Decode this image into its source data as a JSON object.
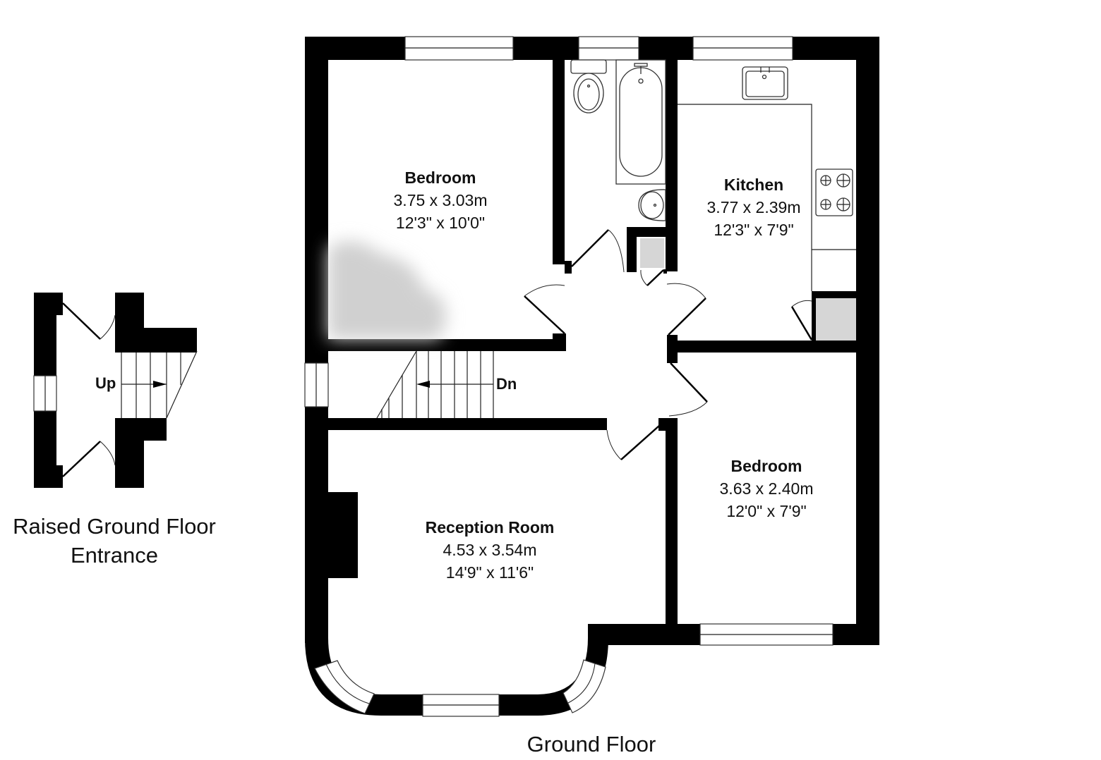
{
  "plan": {
    "floors": [
      {
        "label": "Ground Floor",
        "rooms": [
          {
            "name": "Bedroom",
            "metric": "3.75 x 3.03m",
            "imperial": "12'3\" x 10'0\""
          },
          {
            "name": "Kitchen",
            "metric": "3.77 x 2.39m",
            "imperial": "12'3\" x 7'9\""
          },
          {
            "name": "Bedroom",
            "metric": "3.63 x 2.40m",
            "imperial": "12'0\" x 7'9\""
          },
          {
            "name": "Reception Room",
            "metric": "4.53 x 3.54m",
            "imperial": "14'9\" x 11'6\""
          }
        ],
        "stairs_label": "Dn",
        "fixtures": [
          "toilet",
          "bath",
          "basin",
          "kitchen-sink",
          "hob"
        ]
      },
      {
        "label_line1": "Raised Ground Floor",
        "label_line2": "Entrance",
        "stairs_label": "Up"
      }
    ]
  },
  "colors": {
    "wall": "#000000",
    "cupboard": "#d6d6d6",
    "background": "#ffffff"
  }
}
